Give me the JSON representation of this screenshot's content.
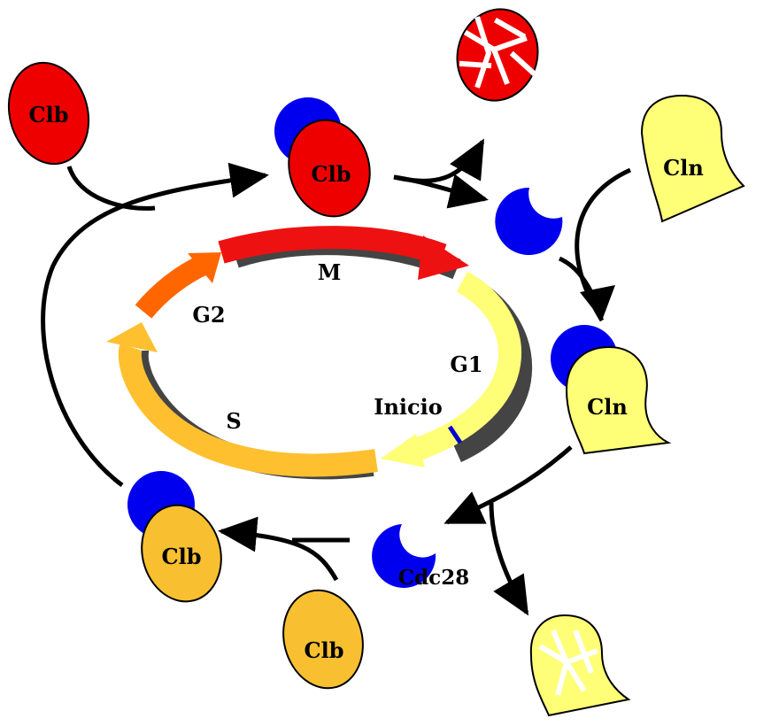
{
  "phases": {
    "m": "M",
    "g1": "G1",
    "g2": "G2",
    "s": "S",
    "start": "Inicio"
  },
  "proteins": {
    "clb_free_top": "Clb",
    "clb_complex_top": "Clb",
    "cln_free": "Cln",
    "cln_complex": "Cln",
    "kinase": "Cdc28",
    "clb_complex_bottom": "Clb",
    "clb_free_bottom": "Clb"
  },
  "colors": {
    "m_phase": "#ee1111",
    "g2_phase": "#ff6600",
    "s_phase": "#ffc030",
    "g1_phase": "#ffff77",
    "cdc28": "#0000ee",
    "clb_red": "#ee0000",
    "clb_orange": "#f8c030",
    "cln_yellow": "#ffff77"
  }
}
